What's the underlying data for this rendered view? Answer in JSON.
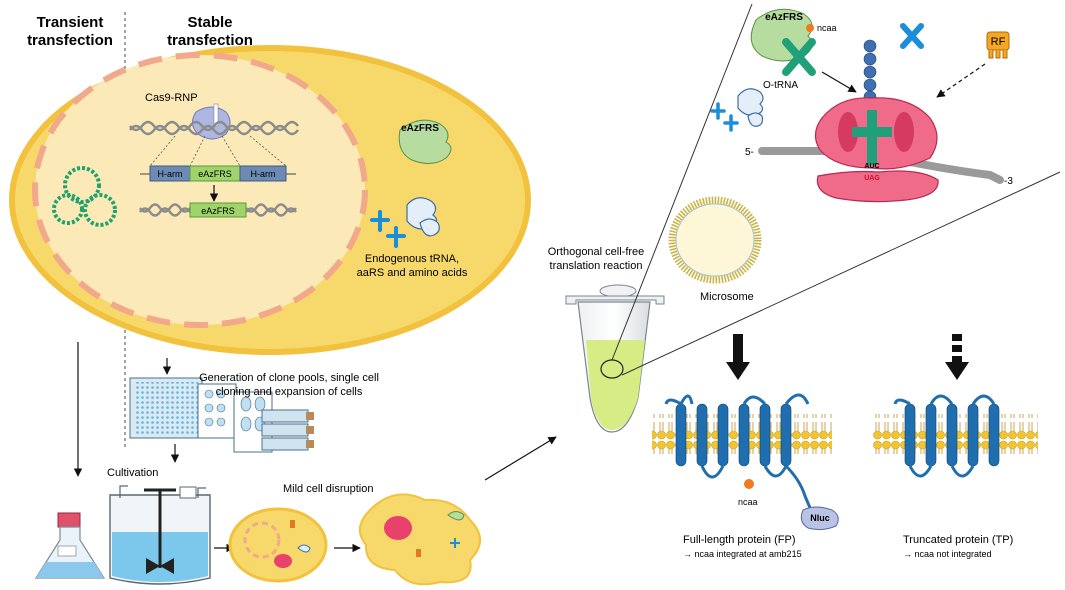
{
  "headings": {
    "transient": [
      "Transient",
      "transfection"
    ],
    "stable": [
      "Stable",
      "transfection"
    ]
  },
  "cell": {
    "cas9": "Cas9-RNP",
    "harm_left": "H-arm",
    "gene": "eAzFRS",
    "harm_right": "H-arm",
    "integrated_gene": "eAzFRS",
    "enzyme": "eAzFRS",
    "endogenous": [
      "Endogenous tRNA,",
      "aaRS and amino acids"
    ]
  },
  "process": {
    "clone_text": [
      "Generation of clone pools, single cell",
      "cloning and expansion of cells"
    ],
    "cultivation": "Cultivation",
    "disruption": "Mild cell disruption"
  },
  "reaction": {
    "label": [
      "Orthogonal cell-free",
      "translation reaction"
    ],
    "microsome": "Microsome"
  },
  "inset": {
    "enzyme": "eAzFRS",
    "ncaa": "ncaa",
    "otrna": "O-tRNA",
    "rf": "RF",
    "five_prime": "5-",
    "three_prime": "-3",
    "anticodon": "AUC",
    "codon": "UAG"
  },
  "outcomes": {
    "fp_ncaa": "ncaa",
    "nluc": "Nluc",
    "fp_title": "Full-length protein (FP)",
    "fp_note": "→ ncaa integrated at amb215",
    "tp_title": "Truncated protein (TP)",
    "tp_note": "→ ncaa not integrated"
  },
  "colors": {
    "cell_fill": "#f7d96b",
    "cell_edge": "#f2c23e",
    "nucleus": "#fbe9b8",
    "salmon": "#f2a88a",
    "dna": "#8c8c8c",
    "trna_blue": "#1a8ed8",
    "green_enzyme": "#7fc35a",
    "ribosome": "#e8416b",
    "helix": "#1f6fb0",
    "lipid_head": "#f2c530",
    "ncaa": "#f07a1e",
    "rf": "#f5a623",
    "tube_liquid": "#d7ec84"
  }
}
